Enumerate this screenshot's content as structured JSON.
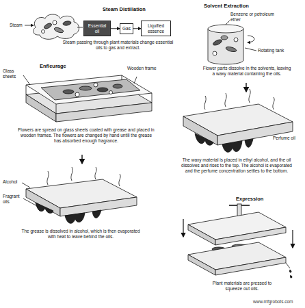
{
  "diagram": {
    "nodes": [
      {
        "text": [
          "Essential oil"
        ]
      },
      {
        "text": [
          "Gas"
        ]
      },
      {
        "text": [
          "Liquified essence"
        ]
      }
    ],
    "edges": [
      {
        "from": 0,
        "to": 1,
        "arrow": "to"
      },
      {
        "from": 1,
        "to": 2,
        "arrow": "to"
      }
    ],
    "labels": [
      "Steam Distillation",
      "Steam",
      "Steam passing through plant materials change essential oils to gas and extract.",
      "Solvent Extraction",
      "Benzene or petroleum ether",
      "Rotating tank",
      "Flower parts dissolve in the solvents, leaving a waxy material containing the oils.",
      "Perfume oil",
      "The waxy material is placed in ethyl alcohol, and the oil dissolves and rises to the top. The alcohol is evaporated and the perfume concentration settles to the bottom.",
      "Enfleurage",
      "Glass sheets",
      "Wooden frame",
      "Flowers are spread on glass sheets coated with grease and placed in wooden frames. The flowers are changed by hand untill the grease has absorbed enough fragrance.",
      "Alcohol",
      "Fragrant oils",
      "The grease is dissolved in alcohol, which is then evaporated with heat to leave behind the oils.",
      "Expression",
      "Plant materials are pressed to squeeze out oils.",
      "www.mfgrobots.com"
    ]
  }
}
